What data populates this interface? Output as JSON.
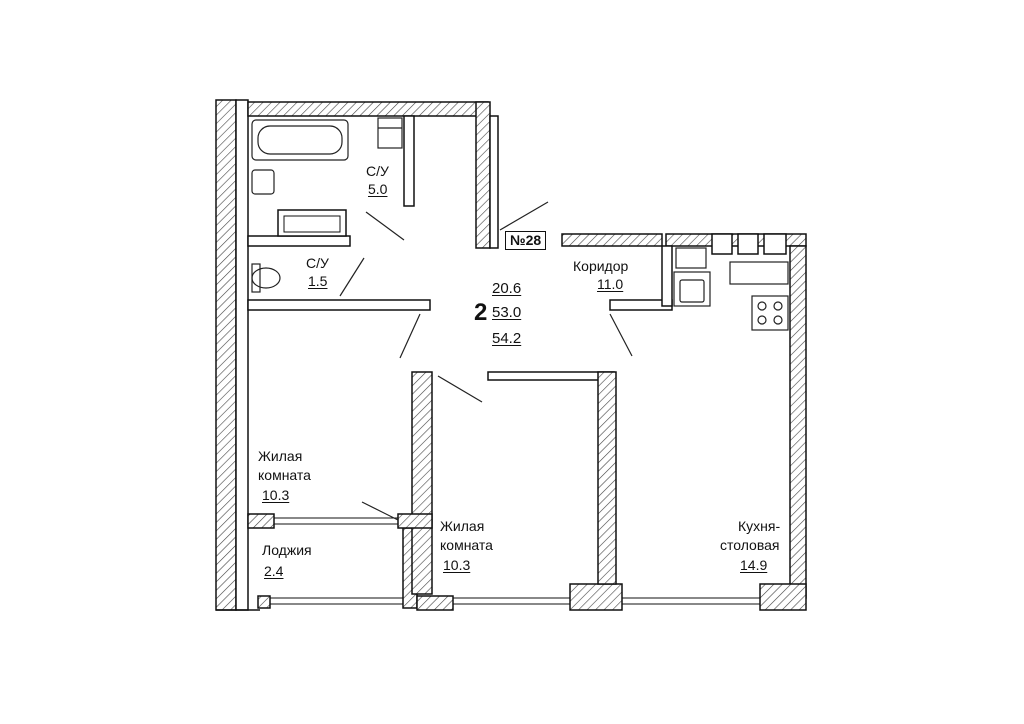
{
  "apartment": {
    "number_label": "№28",
    "rooms_count": "2",
    "area_living": "20.6",
    "area_total": "53.0",
    "area_with_loggia": "54.2"
  },
  "rooms": {
    "bathroom_large": {
      "name": "С/У",
      "area": "5.0"
    },
    "bathroom_small": {
      "name": "С/У",
      "area": "1.5"
    },
    "corridor": {
      "name": "Коридор",
      "area": "11.0"
    },
    "living_left": {
      "name_line1": "Жилая",
      "name_line2": "комната",
      "area": "10.3"
    },
    "living_middle": {
      "name_line1": "Жилая",
      "name_line2": "комната",
      "area": "10.3"
    },
    "kitchen": {
      "name_line1": "Кухня-",
      "name_line2": "столовая",
      "area": "14.9"
    },
    "loggia": {
      "name": "Лоджия",
      "area": "2.4"
    }
  },
  "colors": {
    "wall": "#1a1a1a",
    "hatch": "#555555",
    "background": "#ffffff"
  }
}
